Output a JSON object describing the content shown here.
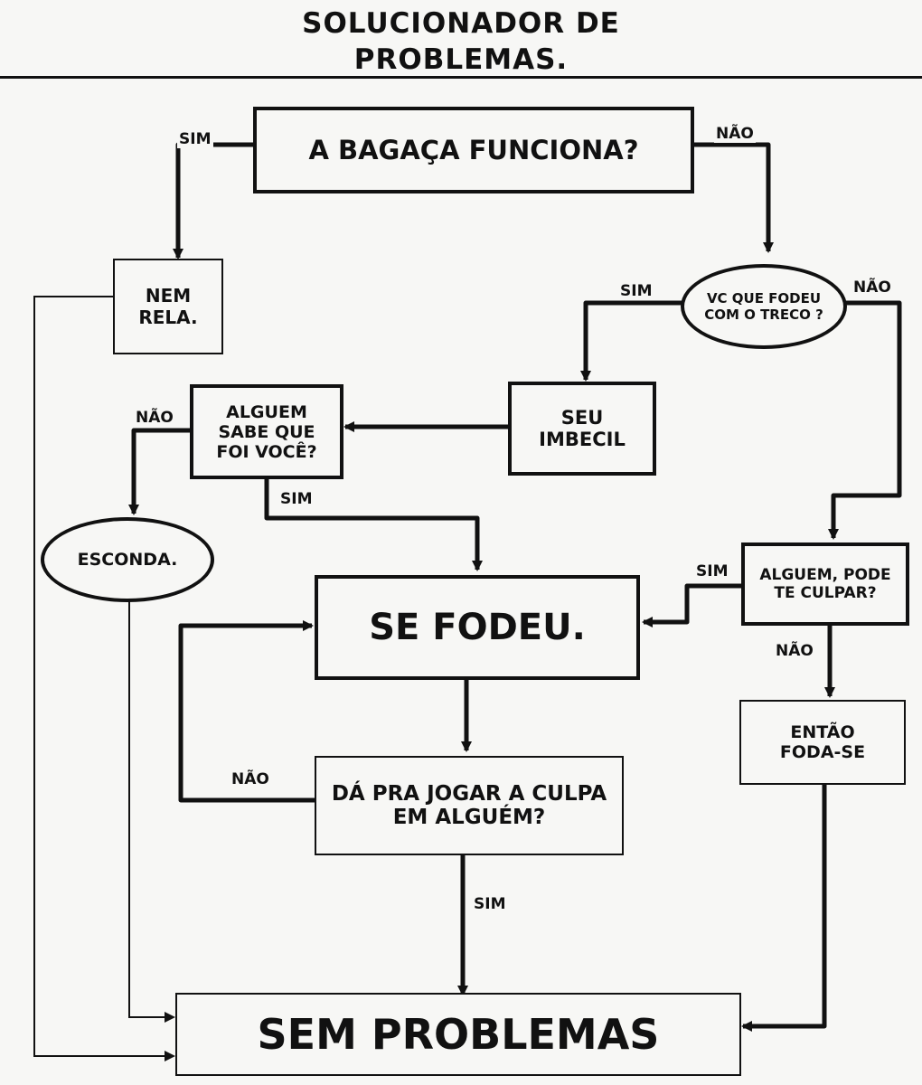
{
  "title": "SOLUCIONADOR DE PROBLEMAS.",
  "nodes": {
    "start": "A BAGAÇA FUNCIONA?",
    "nem_rela": "NEM RELA.",
    "vc_fodeu": "VC QUE FODEU COM O TRECO ?",
    "seu_imbecil": "SEU IMBECIL",
    "alguem_sabe": "ALGUEM SABE QUE FOI VOCÊ?",
    "esconda": "ESCONDA.",
    "pode_culpar": "ALGUEM, PODE TE CULPAR?",
    "se_fodeu": "SE FODEU.",
    "entao_foda_se": "ENTÃO FODA-SE",
    "jogar_culpa": "DÁ PRA JOGAR A CULPA EM ALGUÉM?",
    "sem_problemas": "SEM PROBLEMAS"
  },
  "labels": {
    "sim": "SIM",
    "nao": "NÃO"
  }
}
